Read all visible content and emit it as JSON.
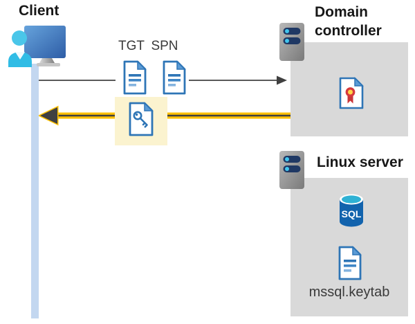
{
  "diagram": {
    "client": {
      "label": "Client"
    },
    "tickets": {
      "tgt_label": "TGT",
      "spn_label": "SPN"
    },
    "domain_controller": {
      "label": "Domain controller"
    },
    "linux_server": {
      "label": "Linux server",
      "sql_icon_text": "SQL",
      "keytab_file": "mssql.keytab"
    },
    "colors": {
      "accent_yellow": "#FFC000",
      "highlight_yellow": "#FBF3CF",
      "panel_gray": "#D9D9D9",
      "timeline_blue": "#C3D7F0",
      "document_blue": "#2E75B6",
      "arrow_line_gray": "#595959",
      "arrow_head_dark": "#404040",
      "sql_body_blue": "#1263AD",
      "server_bar_navy": "#1F3864",
      "cert_ribbon_red": "#C83538"
    }
  }
}
